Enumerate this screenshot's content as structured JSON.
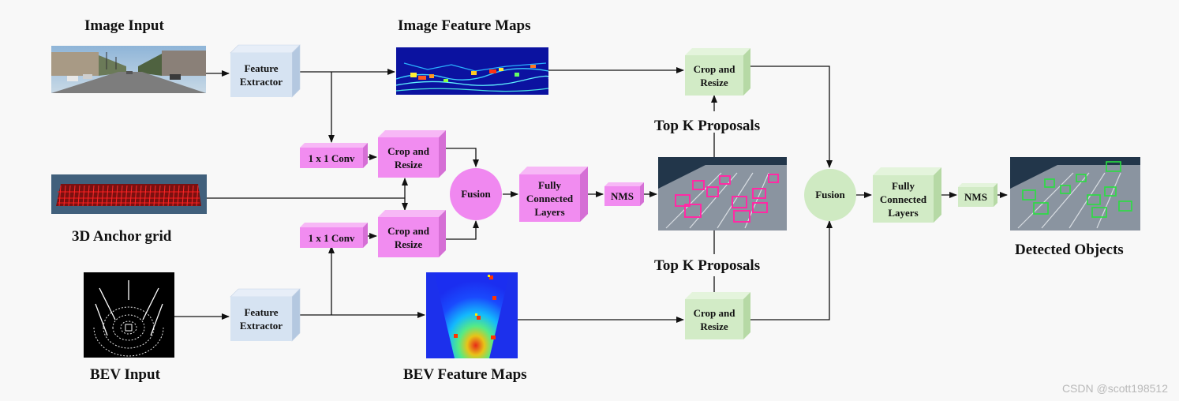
{
  "labels": {
    "image_input": "Image Input",
    "image_feature_maps": "Image Feature Maps",
    "anchor_grid": "3D Anchor grid",
    "bev_input": "BEV Input",
    "bev_feature_maps": "BEV Feature Maps",
    "top_k_upper": "Top K Proposals",
    "top_k_lower": "Top K Proposals",
    "detected_objects": "Detected Objects"
  },
  "boxes": {
    "feature_extractor_top": "Feature\nExtractor",
    "feature_extractor_bottom": "Feature\nExtractor",
    "conv_top": "1 x 1 Conv",
    "conv_bottom": "1 x 1 Conv",
    "crop_resize_1": "Crop and\nResize",
    "crop_resize_2": "Crop and\nResize",
    "crop_resize_3": "Crop and\nResize",
    "crop_resize_4": "Crop and\nResize",
    "fusion_1": "Fusion",
    "fusion_2": "Fusion",
    "fc_1": "Fully\nConnected\nLayers",
    "fc_2": "Fully\nConnected\nLayers",
    "nms_1": "NMS",
    "nms_2": "NMS"
  },
  "watermark": "CSDN @scott198512",
  "colors": {
    "blue_box": "#d6e3f2",
    "pink_box": "#f18cf0",
    "green_box": "#d2ebc6",
    "fusion_pink": "#f088f0",
    "fusion_green": "#cfeac2",
    "arrow": "#111111"
  }
}
